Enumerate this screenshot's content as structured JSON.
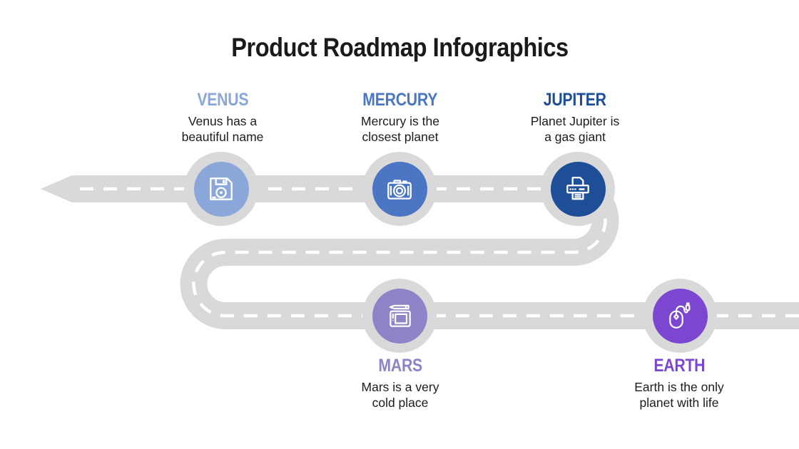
{
  "title": "Product Roadmap Infographics",
  "colors": {
    "road": "#d9d9d9",
    "road_dash": "#ffffff",
    "title_text": "#1a1a1a",
    "description_text": "#1c1c1c"
  },
  "milestones": [
    {
      "id": "venus",
      "label": "VENUS",
      "desc_line1": "Venus has a",
      "desc_line2": "beautiful name",
      "color": "#8ba7d9",
      "icon": "floppy-disk-icon"
    },
    {
      "id": "mercury",
      "label": "MERCURY",
      "desc_line1": "Mercury is the",
      "desc_line2": "closest planet",
      "color": "#4a76c4",
      "icon": "camera-icon"
    },
    {
      "id": "jupiter",
      "label": "JUPITER",
      "desc_line1": "Planet Jupiter is",
      "desc_line2": "a gas giant",
      "color": "#1d4e97",
      "icon": "printer-icon"
    },
    {
      "id": "mars",
      "label": "MARS",
      "desc_line1": "Mars is a very",
      "desc_line2": "cold place",
      "color": "#8d84c8",
      "icon": "graphics-tablet-icon"
    },
    {
      "id": "earth",
      "label": "EARTH",
      "desc_line1": "Earth is the only",
      "desc_line2": "planet with life",
      "color": "#7b46d0",
      "icon": "computer-mouse-icon"
    }
  ]
}
